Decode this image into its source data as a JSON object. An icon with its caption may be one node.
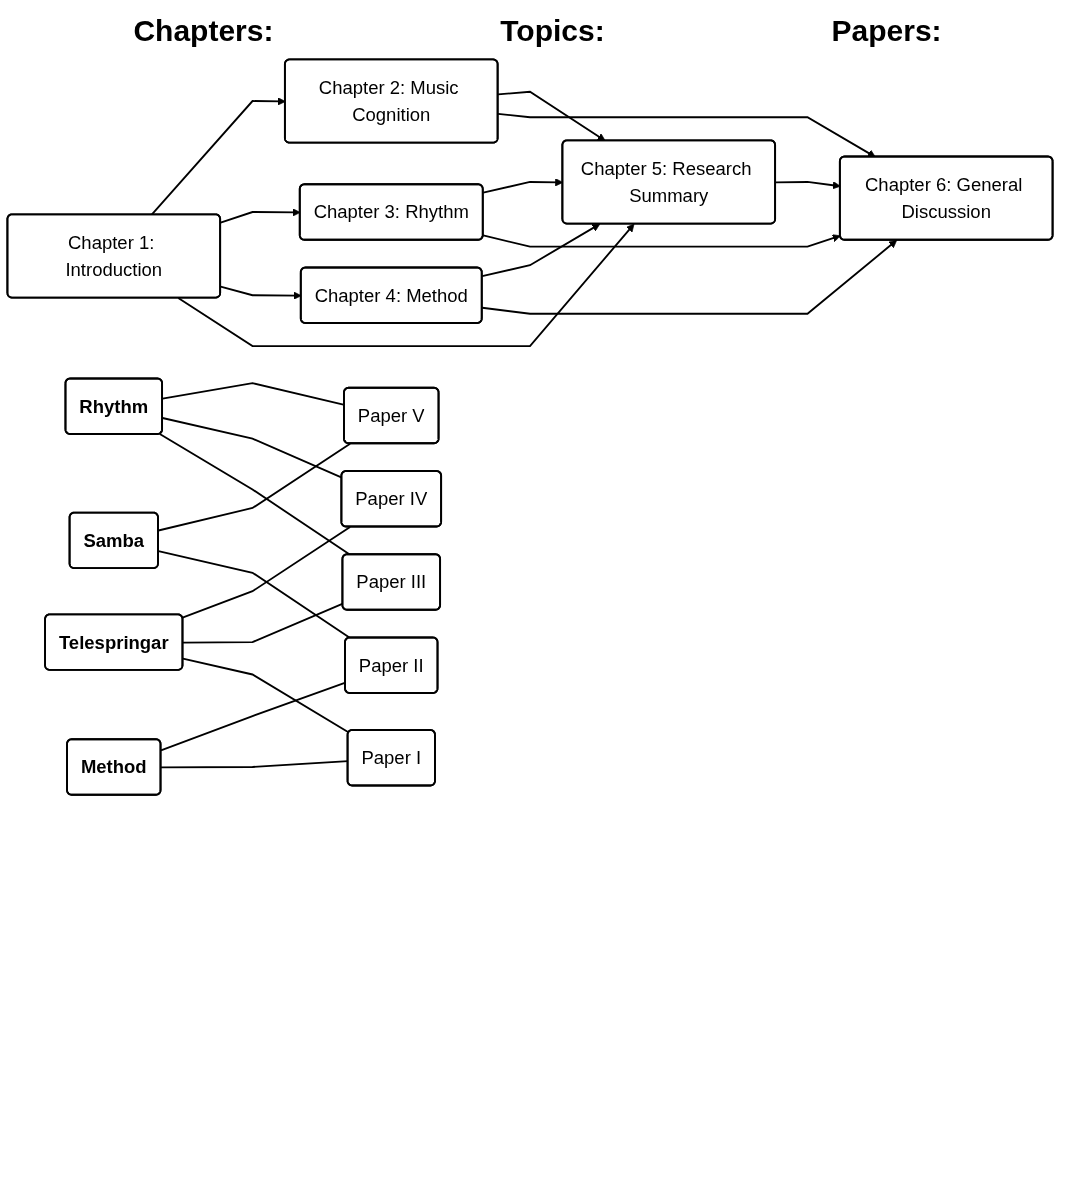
{
  "diagram": {
    "nodes": [
      {
        "text": [
          "Chapter 1: Introduction"
        ]
      },
      {
        "text": [
          "Chapter 2: Music Cognition"
        ]
      },
      {
        "text": [
          "Chapter 3: Rhythm"
        ]
      },
      {
        "text": [
          "Chapter 4: Method"
        ]
      },
      {
        "text": [
          "Chapter 5: Research Summary"
        ]
      },
      {
        "text": [
          "Chapter 6: General Discussion"
        ]
      },
      {
        "text": [
          "Rhythm"
        ]
      },
      {
        "text": [
          "Samba"
        ]
      },
      {
        "text": [
          "Telespringar"
        ]
      },
      {
        "text": [
          "Method"
        ]
      },
      {
        "text": [
          "Paper V"
        ]
      },
      {
        "text": [
          "Paper IV"
        ]
      },
      {
        "text": [
          "Paper III"
        ]
      },
      {
        "text": [
          "Paper II"
        ]
      },
      {
        "text": [
          "Paper I"
        ]
      }
    ],
    "edges": [
      {
        "from": 0,
        "to": 1,
        "arrow": "to"
      },
      {
        "from": 0,
        "to": 2,
        "arrow": "to"
      },
      {
        "from": 0,
        "to": 3,
        "arrow": "to"
      },
      {
        "from": 0,
        "to": 4,
        "arrow": "to"
      },
      {
        "from": 1,
        "to": 4,
        "arrow": "to"
      },
      {
        "from": 1,
        "to": 5,
        "arrow": "to"
      },
      {
        "from": 2,
        "to": 4,
        "arrow": "to"
      },
      {
        "from": 2,
        "to": 5,
        "arrow": "to"
      },
      {
        "from": 3,
        "to": 4,
        "arrow": "to"
      },
      {
        "from": 3,
        "to": 5,
        "arrow": "to"
      },
      {
        "from": 4,
        "to": 5,
        "arrow": "to"
      },
      {
        "from": 6,
        "to": 10,
        "arrow": "none"
      },
      {
        "from": 6,
        "to": 11,
        "arrow": "none"
      },
      {
        "from": 6,
        "to": 12,
        "arrow": "none"
      },
      {
        "from": 7,
        "to": 10,
        "arrow": "none"
      },
      {
        "from": 7,
        "to": 13,
        "arrow": "none"
      },
      {
        "from": 8,
        "to": 11,
        "arrow": "none"
      },
      {
        "from": 8,
        "to": 12,
        "arrow": "none"
      },
      {
        "from": 8,
        "to": 14,
        "arrow": "none"
      },
      {
        "from": 9,
        "to": 13,
        "arrow": "none"
      },
      {
        "from": 9,
        "to": 14,
        "arrow": "none"
      }
    ],
    "labels": [
      "Chapters:",
      "Topics:",
      "Papers:"
    ]
  }
}
